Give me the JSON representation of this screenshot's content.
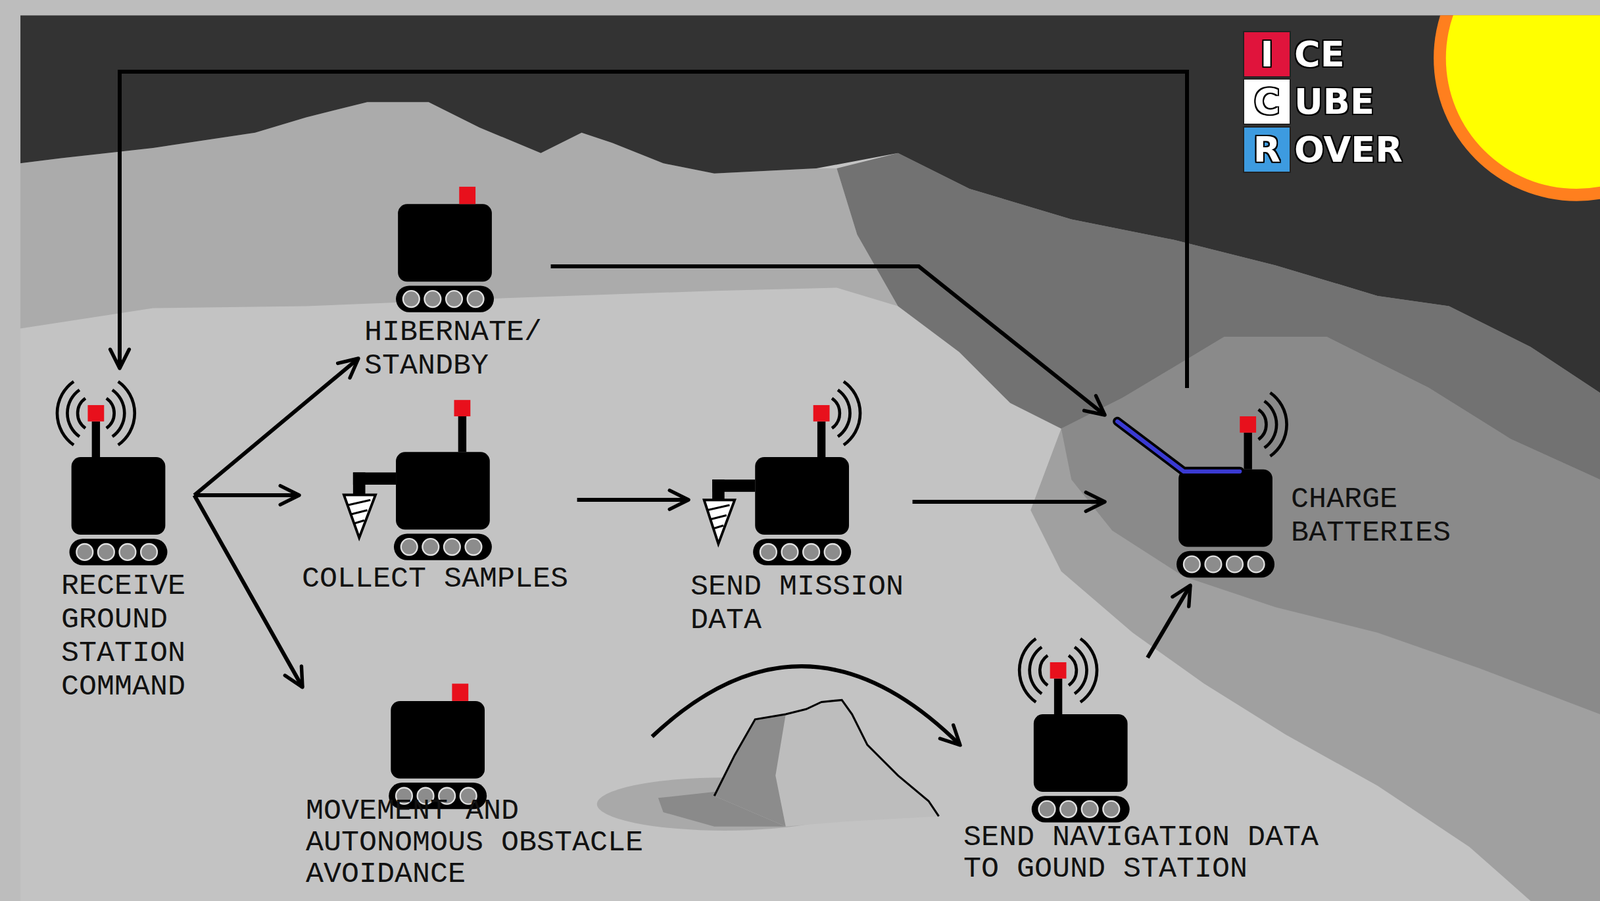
{
  "diagram": {
    "nodes": [
      {
        "text": [
          "RECEIVE GROUND STATION COMMAND"
        ]
      },
      {
        "text": [
          "HIBERNATE/ STANDBY"
        ]
      },
      {
        "text": [
          "COLLECT SAMPLES"
        ]
      },
      {
        "text": [
          "SEND MISSION DATA"
        ]
      },
      {
        "text": [
          "CHARGE BATTERIES"
        ]
      },
      {
        "text": [
          "MOVEMENT AND AUTONOMOUS OBSTACLE AVOIDANCE"
        ]
      },
      {
        "text": [
          "SEND NAVIGATION DATA TO GOUND STATION"
        ]
      },
      {
        "text": [
          "I"
        ]
      },
      {
        "text": [
          "C"
        ]
      },
      {
        "text": [
          "R"
        ]
      }
    ],
    "edges": [
      {
        "from": 0,
        "to": 1,
        "arrow": "to"
      },
      {
        "from": 0,
        "to": 2,
        "arrow": "to"
      },
      {
        "from": 0,
        "to": 5,
        "arrow": "to"
      },
      {
        "from": 1,
        "to": 4,
        "arrow": "to"
      },
      {
        "from": 2,
        "to": 3,
        "arrow": "to"
      },
      {
        "from": 3,
        "to": 4,
        "arrow": "to"
      },
      {
        "from": 5,
        "to": 6,
        "arrow": "to"
      },
      {
        "from": 6,
        "to": 4,
        "arrow": "to"
      },
      {
        "from": 4,
        "to": 0,
        "arrow": "to"
      }
    ],
    "labels": [
      "CE",
      "UBE",
      "OVER"
    ]
  }
}
